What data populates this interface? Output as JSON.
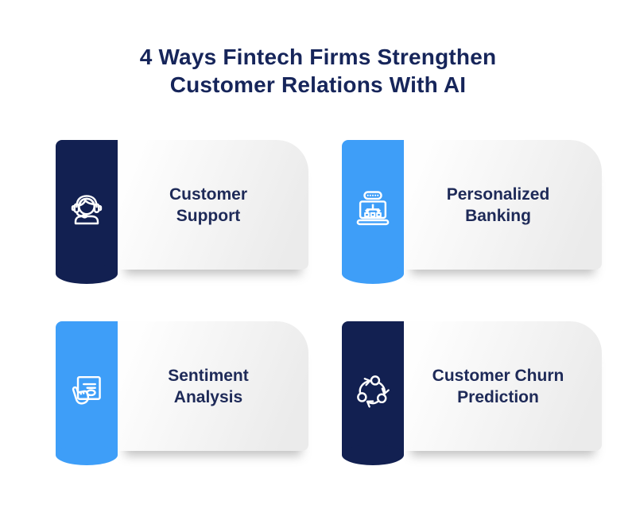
{
  "title": {
    "line1": "4 Ways Fintech Firms Strengthen",
    "line2": "Customer Relations With AI"
  },
  "colors": {
    "navy": "#122051",
    "blue": "#3E9EF8",
    "title_text": "#16255A",
    "label_text": "#1E2A58",
    "icon_stroke": "#FFFFFF",
    "card_gradient_start": "#FEFEFE",
    "card_gradient_end": "#EBEBEB",
    "background": "#FFFFFF"
  },
  "cards": [
    {
      "id": "customer-support",
      "label": "Customer Support",
      "lines": [
        "Customer",
        "Support"
      ],
      "icon": "headset-agent-icon",
      "tab_color": "navy"
    },
    {
      "id": "personalized-banking",
      "label": "Personalized Banking",
      "lines": [
        "Personalized",
        "Banking"
      ],
      "icon": "laptop-flowchart-icon",
      "tab_color": "blue"
    },
    {
      "id": "sentiment-analysis",
      "label": "Sentiment Analysis",
      "lines": [
        "Sentiment",
        "Analysis"
      ],
      "icon": "hand-feedback-icon",
      "tab_color": "blue"
    },
    {
      "id": "customer-churn-prediction",
      "label": "Customer Churn Prediction",
      "lines": [
        "Customer Churn",
        "Prediction"
      ],
      "icon": "cycle-arrows-icon",
      "tab_color": "navy"
    }
  ]
}
